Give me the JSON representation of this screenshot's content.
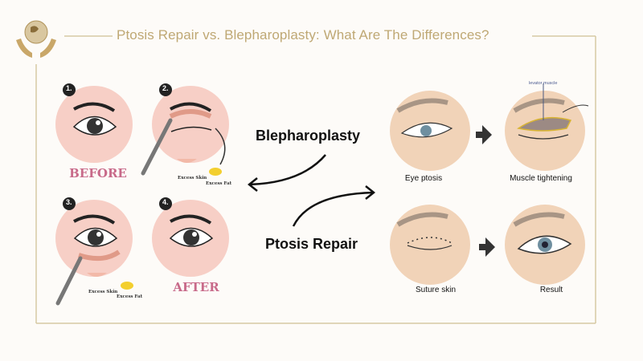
{
  "title": "Ptosis Repair vs. Blepharoplasty: What Are The Differences?",
  "labels": {
    "blepharoplasty": "Blepharoplasty",
    "ptosis_repair": "Ptosis Repair"
  },
  "blepharoplasty_steps": {
    "numbers": [
      "1.",
      "2.",
      "3.",
      "4."
    ],
    "before": "BEFORE",
    "after": "AFTER",
    "excess_skin": "Excess Skin",
    "excess_fat": "Excess Fat"
  },
  "ptosis_steps": {
    "eye_ptosis": "Eye ptosis",
    "muscle_tightening": "Muscle tightening",
    "suture_skin": "Suture skin",
    "result": "Result",
    "levator_muscle": "levator muscle"
  },
  "colors": {
    "gold": "#bfa874",
    "pink": "#f7cfc6",
    "skin": "#f1d3b8"
  }
}
